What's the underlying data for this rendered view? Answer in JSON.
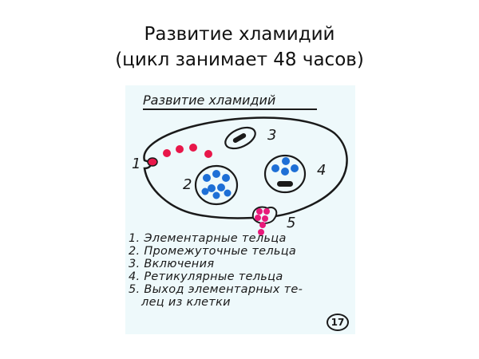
{
  "slide": {
    "title_line1": "Развитие хламидий",
    "title_line2": "(цикл занимает 48 часов)"
  },
  "drawing": {
    "heading": "Развитие хламидий",
    "labels": [
      "1",
      "2",
      "3",
      "4",
      "5"
    ],
    "colors": {
      "elementary_bodies": "#e8174a",
      "exit_bodies": "#e8197a",
      "reticulate_bodies": "#1e6fd6",
      "outline": "#1a1a1a",
      "background": "#eef9fb"
    },
    "legend": [
      "1. Элементарные тельца",
      "2. Промежуточные тельца",
      "3. Включения",
      "4. Ретикулярные тельца",
      "5. Выход элементарных те-",
      "лец из клетки"
    ],
    "page_number": "17"
  }
}
